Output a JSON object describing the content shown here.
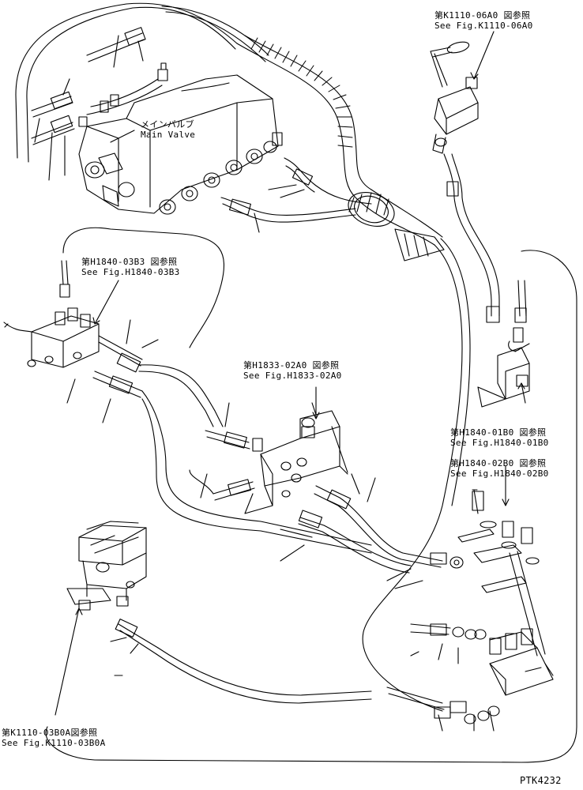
{
  "drawing_id": "PTK4232",
  "callouts": [
    {
      "id": "k1110-06a0",
      "jp": "第K1110-06A0 図参照",
      "en": "See Fig.K1110-06A0"
    },
    {
      "id": "main-valve",
      "jp": "メインバルブ",
      "en": "Main Valve"
    },
    {
      "id": "h1840-03b3",
      "jp": "第H1840-03B3 図参照",
      "en": "See Fig.H1840-03B3"
    },
    {
      "id": "h1833-02a0",
      "jp": "第H1833-02A0 図参照",
      "en": "See Fig.H1833-02A0"
    },
    {
      "id": "h1840-01b0",
      "jp": "第H1840-01B0 図参照",
      "en": "See Fig.H1840-01B0"
    },
    {
      "id": "h1840-02b0",
      "jp": "第H1840-02B0 図参照",
      "en": "See Fig.H1840-02B0"
    },
    {
      "id": "k1110-03b0a",
      "jp": "第K1110-03B0A図参照",
      "en": "See Fig.K1110-03B0A"
    }
  ],
  "colors": {
    "ink": "#000000",
    "paper": "#ffffff"
  }
}
